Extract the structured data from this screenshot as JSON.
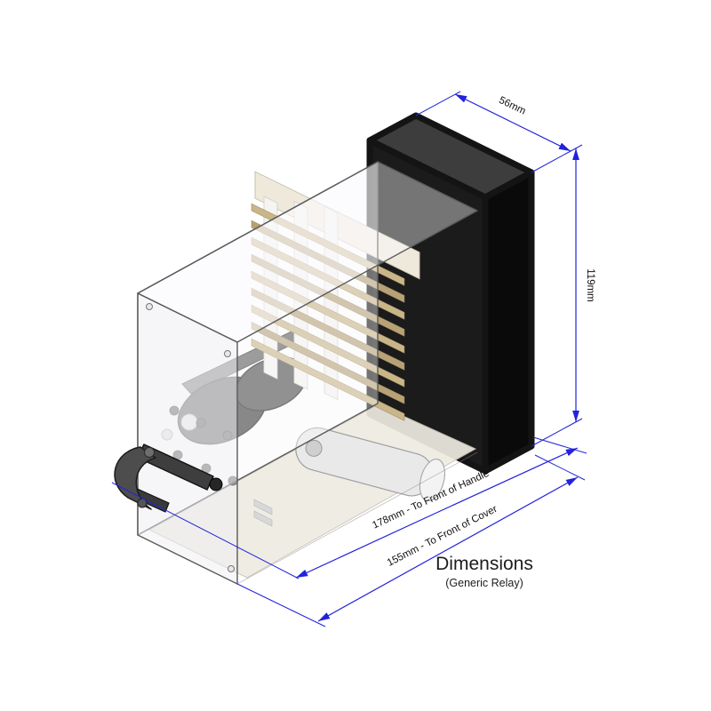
{
  "title": {
    "heading": "Dimensions",
    "subheading": "(Generic Relay)"
  },
  "dimensions": {
    "depth": {
      "label": "56mm"
    },
    "height": {
      "label": "119mm"
    },
    "to_handle": {
      "label": "178mm - To Front of Handle"
    },
    "to_cover": {
      "label": "155mm - To Front of Cover"
    }
  },
  "colors": {
    "dimension_line": "#2222dd",
    "panel_black": "#1b1b1b",
    "cover_tint": "rgba(248,248,250,0.45)",
    "contact_tan": "#c9b587",
    "background": "#ffffff"
  },
  "drawing": {
    "subject": "Generic relay isometric view with transparent cover, black front flange and lifting handle"
  }
}
